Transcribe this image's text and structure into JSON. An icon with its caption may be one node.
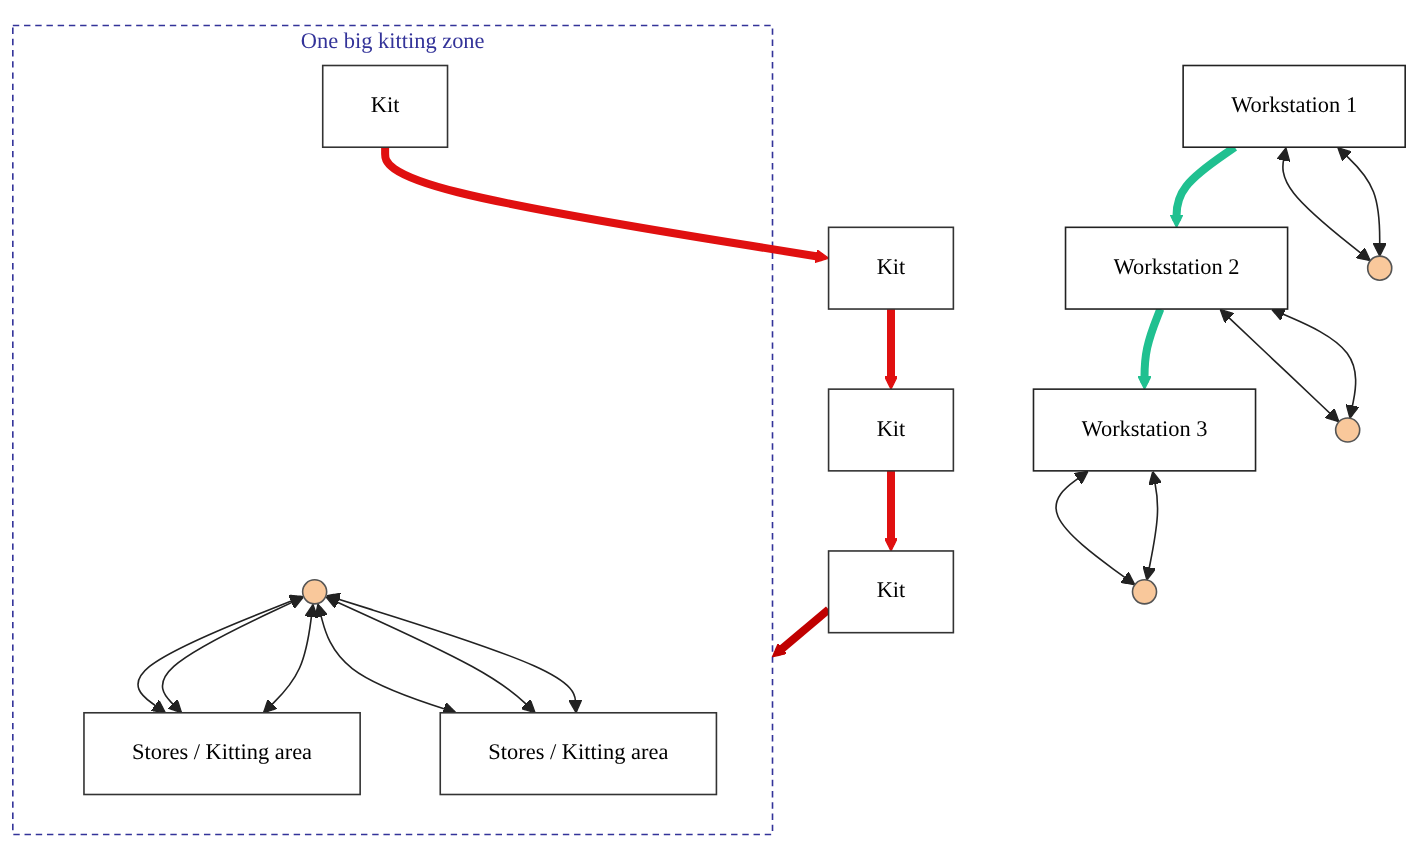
{
  "diagram": {
    "nodes": [
      {
        "text": [
          "Workstation 1"
        ]
      },
      {
        "text": [
          "Workstation 2"
        ]
      },
      {
        "text": [
          "Workstation 3"
        ]
      },
      {
        "text": [],
        "shape": "circle"
      },
      {
        "text": [],
        "shape": "circle"
      },
      {
        "text": [],
        "shape": "circle"
      },
      {
        "text": [
          "Kit"
        ]
      },
      {
        "text": [
          "Kit"
        ]
      },
      {
        "text": [
          "Kit"
        ]
      },
      {
        "text": [
          "One big kitting zone"
        ]
      },
      {
        "text": [
          "Stores / Kitting area"
        ],
        "in": 9
      },
      {
        "text": [
          "Kit"
        ],
        "in": 9
      },
      {
        "text": [],
        "shape": "circle",
        "in": 9
      },
      {
        "text": [
          "Stores / Kitting area"
        ],
        "in": 9
      }
    ],
    "edges": [
      {
        "from": 0,
        "to": 1,
        "arrow": "to",
        "style": "thick",
        "color": "#20c090"
      },
      {
        "from": 1,
        "to": 2,
        "arrow": "to",
        "style": "thick",
        "color": "#20c090"
      },
      {
        "from": 0,
        "to": 3,
        "arrow": "both"
      },
      {
        "from": 0,
        "to": 3,
        "arrow": "both"
      },
      {
        "from": 1,
        "to": 4,
        "arrow": "both"
      },
      {
        "from": 1,
        "to": 4,
        "arrow": "both"
      },
      {
        "from": 2,
        "to": 5,
        "arrow": "both"
      },
      {
        "from": 2,
        "to": 5,
        "arrow": "both"
      },
      {
        "from": 6,
        "to": 7,
        "arrow": "to",
        "style": "thick",
        "color": "#e01010"
      },
      {
        "from": 7,
        "to": 8,
        "arrow": "to",
        "style": "thick",
        "color": "#e01010"
      },
      {
        "from": 8,
        "to": 9,
        "arrow": "to",
        "style": "thick",
        "color": "#c00000"
      },
      {
        "from": 11,
        "to": 6,
        "arrow": "to",
        "style": "thick",
        "color": "#e01010"
      },
      {
        "from": 12,
        "to": 10,
        "arrow": "both"
      },
      {
        "from": 12,
        "to": 10,
        "arrow": "both"
      },
      {
        "from": 12,
        "to": 10,
        "arrow": "both"
      },
      {
        "from": 12,
        "to": 13,
        "arrow": "both"
      },
      {
        "from": 12,
        "to": 13,
        "arrow": "both"
      },
      {
        "from": 12,
        "to": 13,
        "arrow": "both"
      }
    ]
  }
}
